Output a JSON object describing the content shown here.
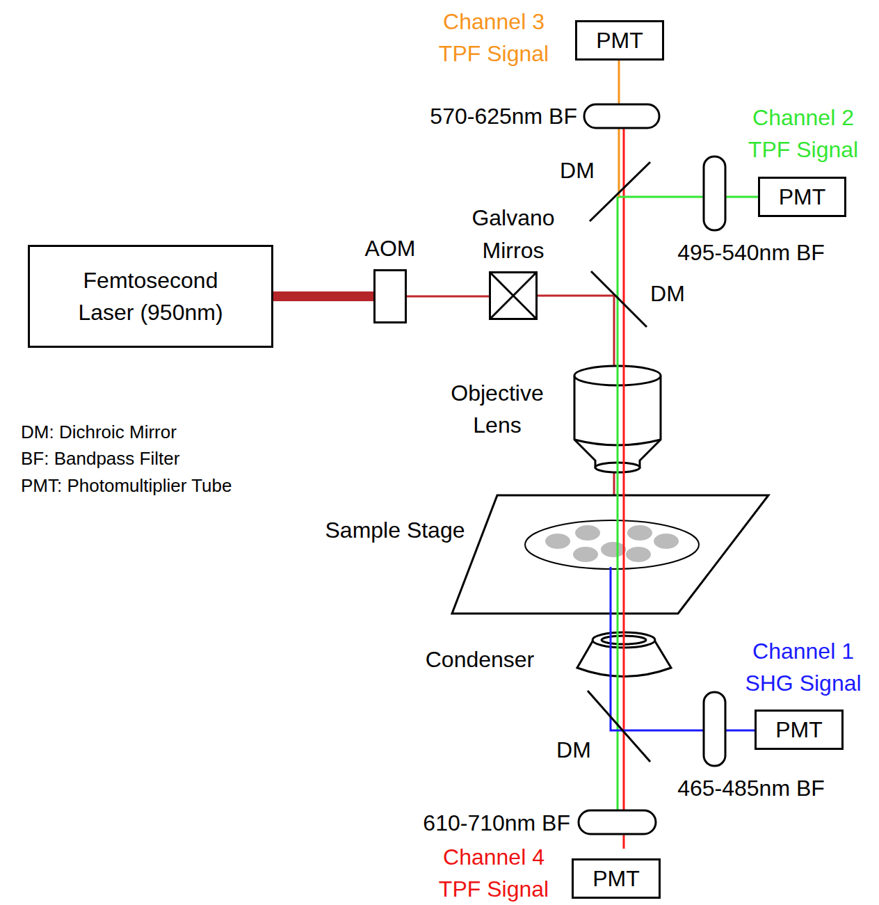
{
  "diagram": {
    "nodes": [
      {
        "text": [
          "Femtosecond Laser (950nm)"
        ]
      },
      {
        "text": [
          "AOM"
        ]
      },
      {
        "text": [
          "Galvano Mirros"
        ]
      },
      {
        "text": [
          "PMT"
        ]
      },
      {
        "text": [
          "PMT"
        ]
      },
      {
        "text": [
          "PMT"
        ]
      },
      {
        "text": [
          "PMT"
        ]
      }
    ],
    "edges": [
      {
        "from": 0,
        "to": 1,
        "arrow": "none"
      },
      {
        "from": 1,
        "to": 2,
        "arrow": "none"
      }
    ],
    "labels": [
      "Channel 3 TPF Signal",
      "570-625nm BF",
      "DM",
      "Channel 2 TPF Signal",
      "495-540nm BF",
      "DM",
      "Objective Lens",
      "DM: Dichroic Mirror",
      "BF: Bandpass Filter",
      "PMT: Photomultiplier Tube",
      "Sample Stage",
      "Condenser",
      "Channel 1 SHG Signal",
      "DM",
      "465-485nm BF",
      "610-710nm BF",
      "Channel 4 TPF Signal"
    ]
  }
}
